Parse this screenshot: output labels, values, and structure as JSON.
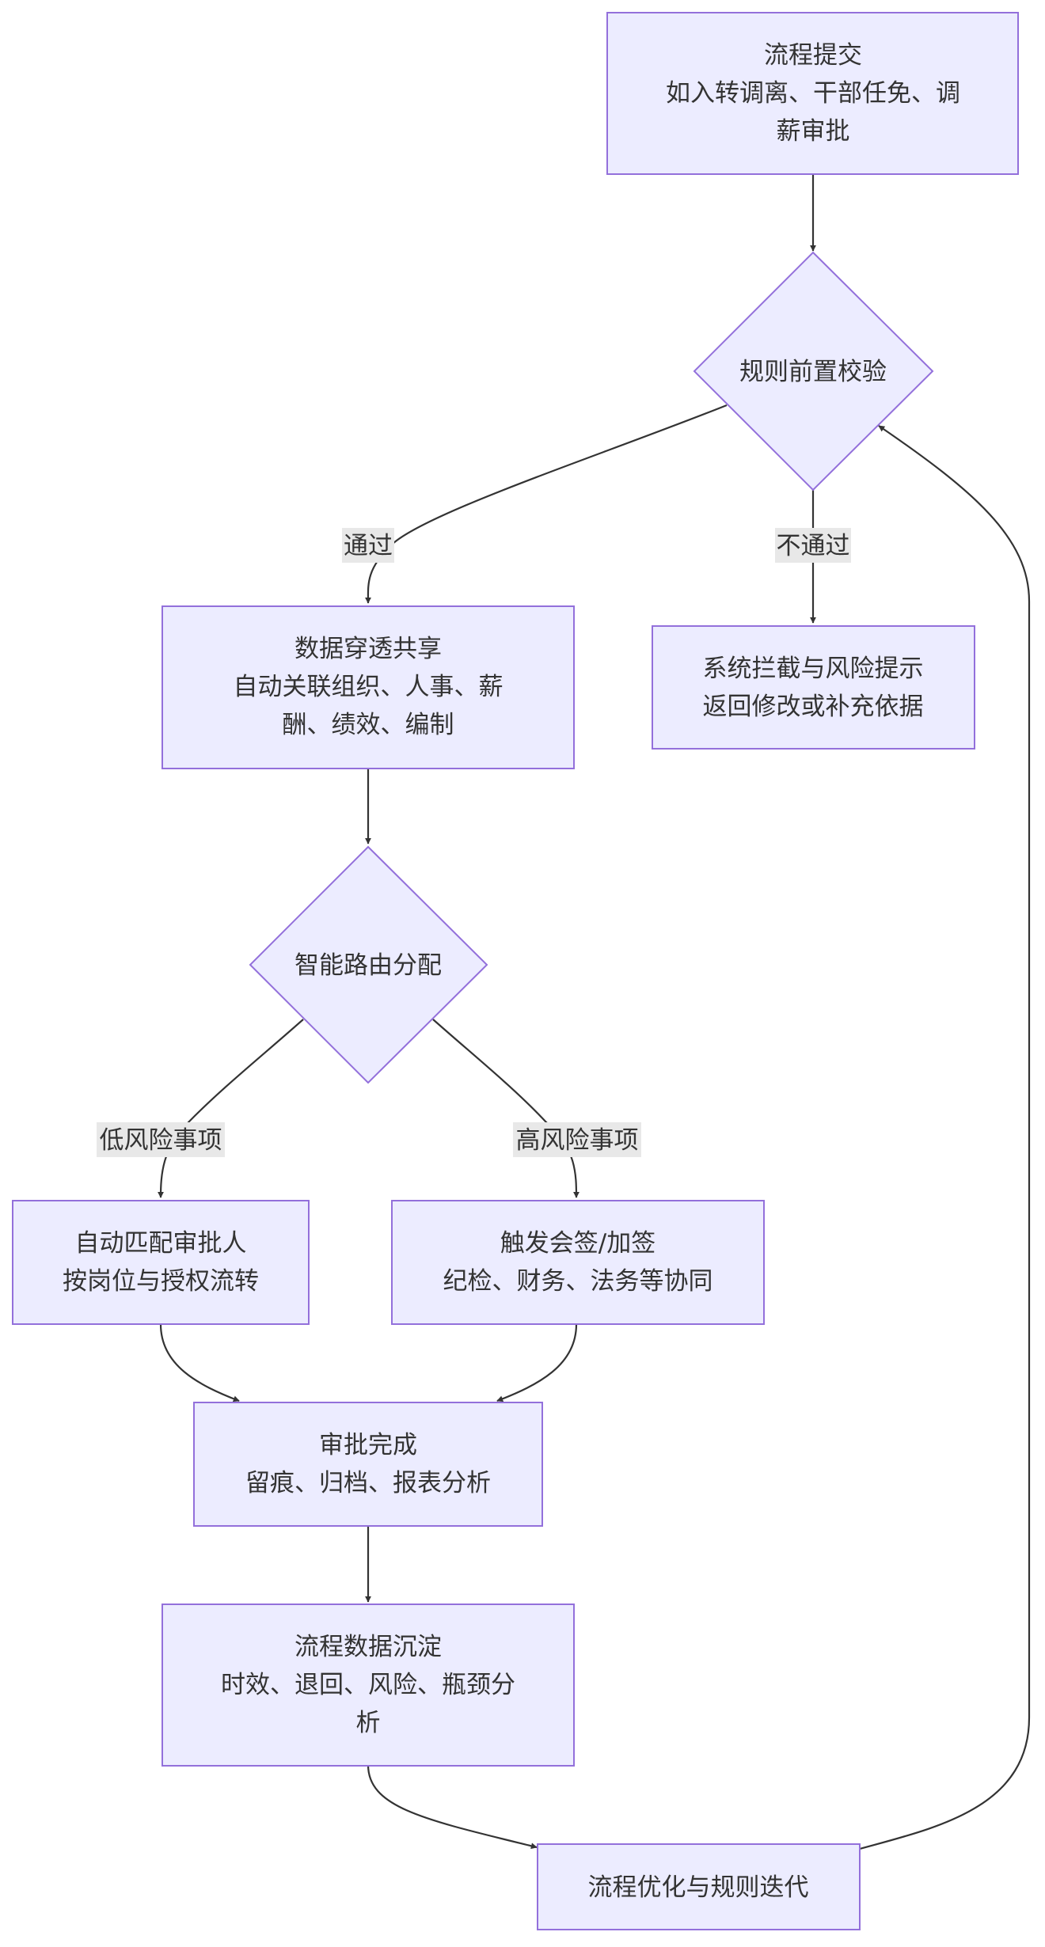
{
  "nodes": {
    "submit": {
      "lines": [
        "流程提交",
        "如入转调离、干部任免、调",
        "薪审批"
      ]
    },
    "rule_check": {
      "lines": [
        "规则前置校验"
      ]
    },
    "data_share": {
      "lines": [
        "数据穿透共享",
        "自动关联组织、人事、薪",
        "酬、绩效、编制"
      ]
    },
    "intercept": {
      "lines": [
        "系统拦截与风险提示",
        "返回修改或补充依据"
      ]
    },
    "routing": {
      "lines": [
        "智能路由分配"
      ]
    },
    "auto_match": {
      "lines": [
        "自动匹配审批人",
        "按岗位与授权流转"
      ]
    },
    "countersign": {
      "lines": [
        "触发会签/加签",
        "纪检、财务、法务等协同"
      ]
    },
    "complete": {
      "lines": [
        "审批完成",
        "留痕、归档、报表分析"
      ]
    },
    "deposit": {
      "lines": [
        "流程数据沉淀",
        "时效、退回、风险、瓶颈分",
        "析"
      ]
    },
    "optimize": {
      "lines": [
        "流程优化与规则迭代"
      ]
    }
  },
  "edges": {
    "pass": "通过",
    "fail": "不通过",
    "low_risk": "低风险事项",
    "high_risk": "高风险事项"
  },
  "colors": {
    "node_fill": "#ECECFF",
    "node_stroke": "#9370DB",
    "edge": "#333333",
    "label_bg": "#e8e8e8",
    "text": "#333333"
  }
}
